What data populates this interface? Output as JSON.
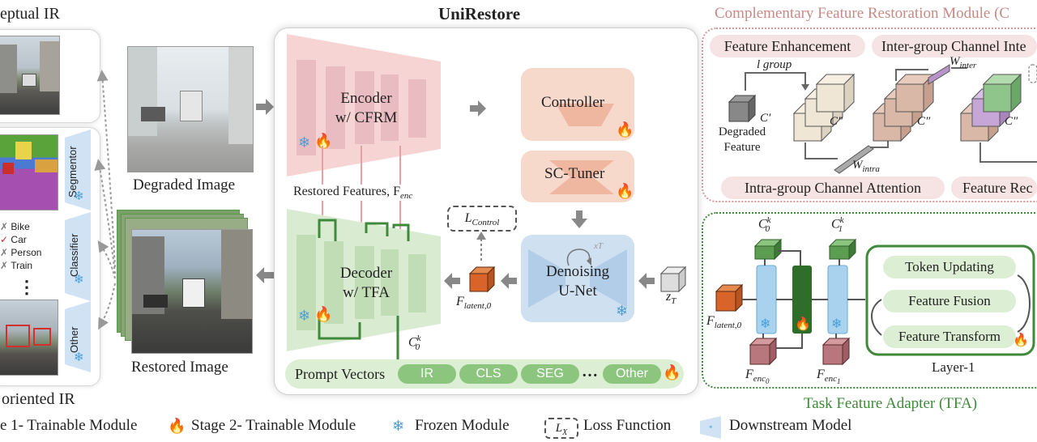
{
  "titles": {
    "left_top": "eptual IR",
    "left_bottom": "oriented IR",
    "center": "UniRestore",
    "cfrm": "Complementary Feature Restoration Module (C",
    "tfa": "Task Feature Adapter (TFA)"
  },
  "left": {
    "seg_label": "Segmentor",
    "cls_label": "Classifier",
    "other_label": "Other",
    "class_items": [
      {
        "mark": "✗",
        "name": "Bike"
      },
      {
        "mark": "✓",
        "name": "Car"
      },
      {
        "mark": "✗",
        "name": "Person"
      },
      {
        "mark": "✗",
        "name": "Train"
      }
    ],
    "vdots": "⋮"
  },
  "images": {
    "degraded": "Degraded Image",
    "restored": "Restored Image"
  },
  "unirestore": {
    "encoder_line1": "Encoder",
    "encoder_line2": "w/ CFRM",
    "decoder_line1": "Decoder",
    "decoder_line2": "w/ TFA",
    "restored_features": "Restored Features, F",
    "restored_features_sub": "enc",
    "controller": "Controller",
    "sc_tuner": "SC-Tuner",
    "unet_line1": "Denoising",
    "unet_line2": "U-Net",
    "xT": "xT",
    "loss_control": "L",
    "loss_control_sub": "Control",
    "f_latent": "F",
    "f_latent_sub": "latent,0",
    "z_T": "z",
    "z_T_sub": "T",
    "c0k": "C",
    "c0k_sup": "k",
    "c0k_sub": "0",
    "prompt_label": "Prompt Vectors",
    "prompts": [
      "IR",
      "CLS",
      "SEG"
    ],
    "prompt_dots": "…",
    "prompt_other": "Other"
  },
  "cfrm": {
    "feature_enhancement": "Feature Enhancement",
    "inter_group": "Inter-group Channel Inte",
    "l_group": "l group",
    "degraded_feature_1": "Degraded",
    "degraded_feature_2": "Feature",
    "c_prime": "C′",
    "c_dprime": "C″",
    "w_inter": "W",
    "w_inter_sub": "inter",
    "w_intra": "W",
    "w_intra_sub": "intra",
    "intra_group": "Intra-group Channel Attention",
    "feature_rec": "Feature Rec"
  },
  "tfa": {
    "c0k": "C",
    "c1k": "C",
    "sup_k": "k",
    "sub_0": "0",
    "sub_1": "1",
    "f_latent": "F",
    "f_latent_sub": "latent,0",
    "f_enc0": "F",
    "f_enc0_sub": "enc",
    "f_enc0_subsub": "0",
    "f_enc1": "F",
    "f_enc1_sub": "enc",
    "f_enc1_subsub": "1",
    "token_updating": "Token Updating",
    "feature_fusion": "Feature Fusion",
    "feature_transform": "Feature Transform",
    "layer": "Layer-1"
  },
  "legend": {
    "stage1": "e 1- Trainable Module",
    "stage2": "Stage 2- Trainable Module",
    "frozen": "Frozen Module",
    "loss_symbol": "L",
    "loss_symbol_sub": "X",
    "loss": "Loss Function",
    "downstream": "Downstream Model"
  },
  "colors": {
    "encoder_pink": "#f6d4d4",
    "decoder_green": "#d9ecd2",
    "controller_peach": "#f7d9cc",
    "unet_blue": "#cfe0f1",
    "frozen_blue": "#4a9fd8",
    "flame_red": "#e03a1e",
    "flame_orange": "#e88a3c",
    "tfa_green": "#3f8a3a",
    "cfrm_border": "#d79a9a",
    "title_pink": "#c98a86",
    "title_green": "#3f8a3a"
  }
}
